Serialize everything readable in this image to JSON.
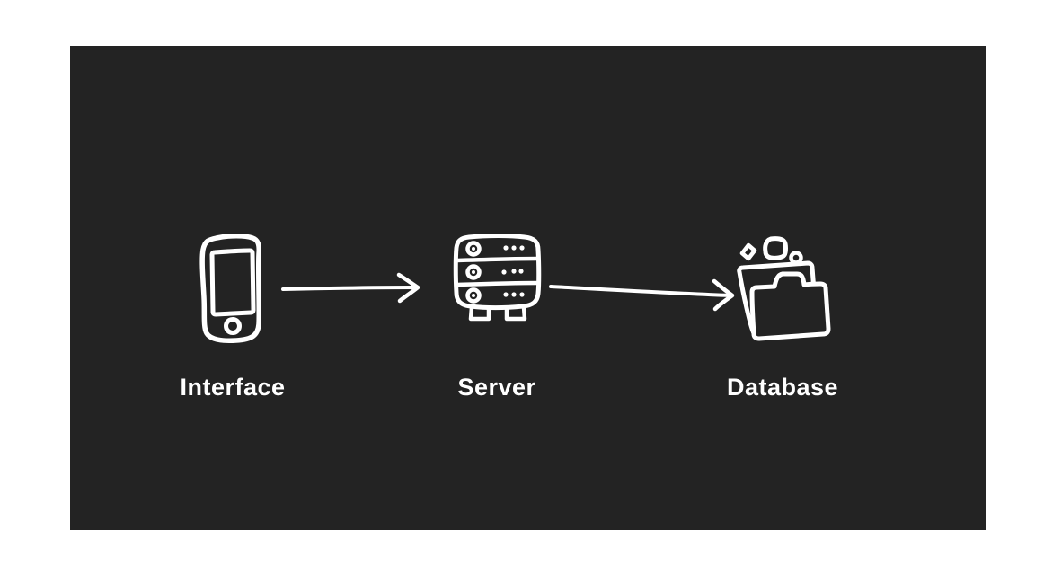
{
  "diagram": {
    "nodes": [
      {
        "id": "interface",
        "label": "Interface",
        "icon": "smartphone-icon"
      },
      {
        "id": "server",
        "label": "Server",
        "icon": "server-rack-icon"
      },
      {
        "id": "database",
        "label": "Database",
        "icon": "open-folder-icon"
      }
    ],
    "connections": [
      {
        "from": "interface",
        "to": "server",
        "style": "straight-arrow"
      },
      {
        "from": "server",
        "to": "database",
        "style": "straight-arrow"
      }
    ],
    "colors": {
      "page_background": "#ffffff",
      "canvas_background": "#232323",
      "stroke": "#ffffff",
      "text": "#ffffff"
    }
  }
}
